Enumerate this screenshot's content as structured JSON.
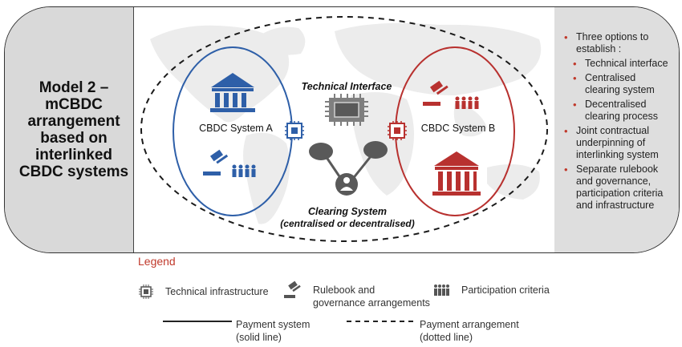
{
  "model": {
    "title": "Model 2 –\nmCBDC\narrangement\nbased on\ninterlinked\nCBDC systems"
  },
  "diagram": {
    "system_a_label": "CBDC System A",
    "system_b_label": "CBDC System B",
    "technical_interface_label": "Technical Interface",
    "clearing_system_label": "Clearing System",
    "clearing_system_sublabel": "(centralised or decentralised)"
  },
  "notes": {
    "items": [
      {
        "text": "Three options to establish :",
        "level": 1
      },
      {
        "text": "Technical interface",
        "level": 2
      },
      {
        "text": "Centralised clearing system",
        "level": 2
      },
      {
        "text": "Decentralised clearing process",
        "level": 2
      },
      {
        "text": "Joint contractual underpinning of interlinking system",
        "level": 1
      },
      {
        "text": "Separate rulebook and governance, participation criteria and infrastructure",
        "level": 1
      }
    ]
  },
  "legend": {
    "title": "Legend",
    "technical_infrastructure": "Technical infrastructure",
    "rulebook": "Rulebook and\ngovernance arrangements",
    "participation": "Participation criteria",
    "payment_system": "Payment system\n(solid line)",
    "payment_arrangement": "Payment arrangement\n(dotted line)"
  },
  "colors": {
    "system_a": "#2e5fa8",
    "system_b": "#b8312f",
    "neutral": "#595959",
    "bullet": "#c0392b"
  }
}
